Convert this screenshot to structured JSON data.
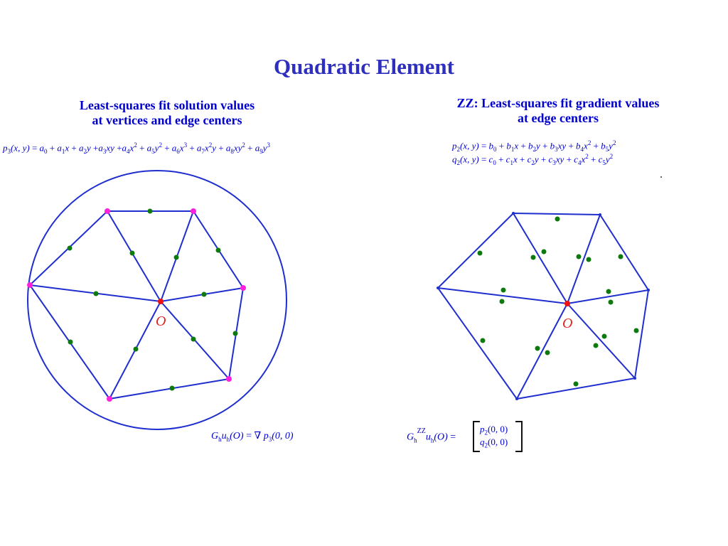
{
  "slide": {
    "title": "Quadratic Element"
  },
  "left": {
    "heading_line1": "Least-squares fit solution values",
    "heading_line2": "at vertices and edge centers",
    "center_label": "O",
    "colors": {
      "edge": "#1f2fcf",
      "vertex": "#ff22dd",
      "midpoint": "#0c7a0c",
      "center": "#ee1111"
    }
  },
  "right": {
    "heading_line1": "ZZ: Least-squares fit gradient values",
    "heading_line2": "at edge centers",
    "center_label": "O",
    "colors": {
      "edge": "#1f2fcf",
      "point": "#0c7a0c",
      "center": "#ee1111"
    }
  },
  "icons": {
    "gradient": "nabla-symbol"
  }
}
